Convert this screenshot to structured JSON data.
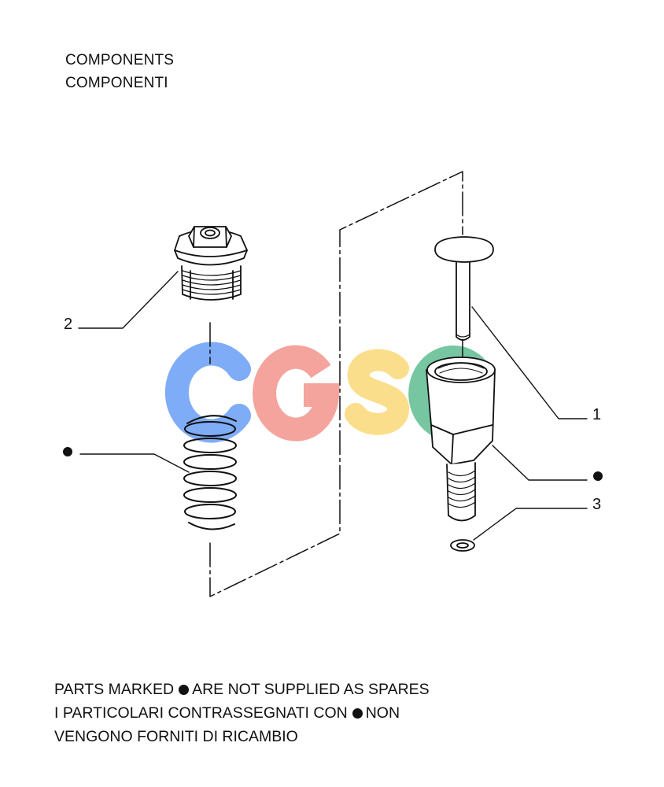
{
  "header": {
    "title_en": "COMPONENTS",
    "title_it": "COMPONENTI"
  },
  "callouts": {
    "item_1": "1",
    "item_2": "2",
    "item_3": "3"
  },
  "watermark": {
    "text": "CGSC",
    "colors": [
      "#5b95f5",
      "#f28b82",
      "#fbd66b",
      "#52b788"
    ]
  },
  "notes": {
    "line1_pre": "PARTS MARKED",
    "line1_post": "ARE NOT SUPPLIED AS SPARES",
    "line2_pre": "I PARTICOLARI CONTRASSEGNATI CON",
    "line2_post": "NON",
    "line3": "VENGONO FORNITI DI RICAMBIO"
  },
  "symbols": {
    "not_supplied_marker": "filled-dot"
  }
}
